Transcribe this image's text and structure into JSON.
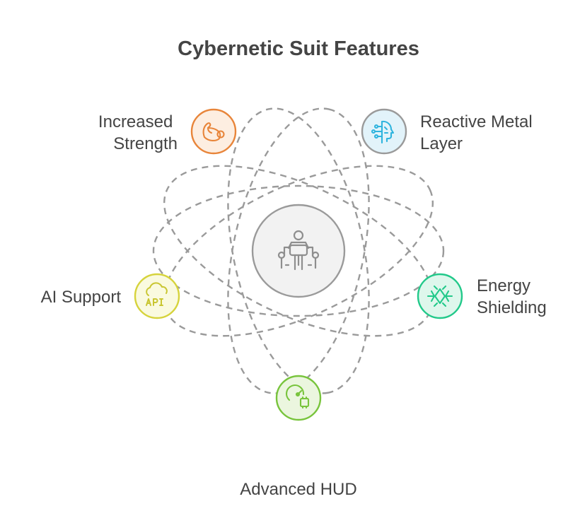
{
  "title": "Cybernetic Suit Features",
  "center": {
    "icon": "cyborg-suit-icon"
  },
  "features": [
    {
      "label": [
        "Increased",
        "Strength"
      ],
      "icon": "flexed-arm-icon",
      "color": "#e8853a",
      "fill": "#fdeee1"
    },
    {
      "label": [
        "Reactive Metal",
        "Layer"
      ],
      "icon": "circuit-head-icon",
      "color": "#2fb4de",
      "fill": "#e2f3fa"
    },
    {
      "label": [
        "Energy",
        "Shielding"
      ],
      "icon": "shield-burst-icon",
      "color": "#22c98a",
      "fill": "#def7ec"
    },
    {
      "label": [
        "Advanced HUD"
      ],
      "icon": "gauge-chip-icon",
      "color": "#78c43c",
      "fill": "#ebf6df"
    },
    {
      "label": [
        "AI Support"
      ],
      "icon": "cloud-api-icon",
      "color": "#d6d33c",
      "fill": "#fafadf"
    }
  ],
  "colors": {
    "orbit": "#9a9a9a",
    "center_stroke": "#9a9a9a",
    "center_fill": "#f2f2f2",
    "center_icon": "#8e8e8e",
    "text": "#444444",
    "background": "#ffffff"
  }
}
